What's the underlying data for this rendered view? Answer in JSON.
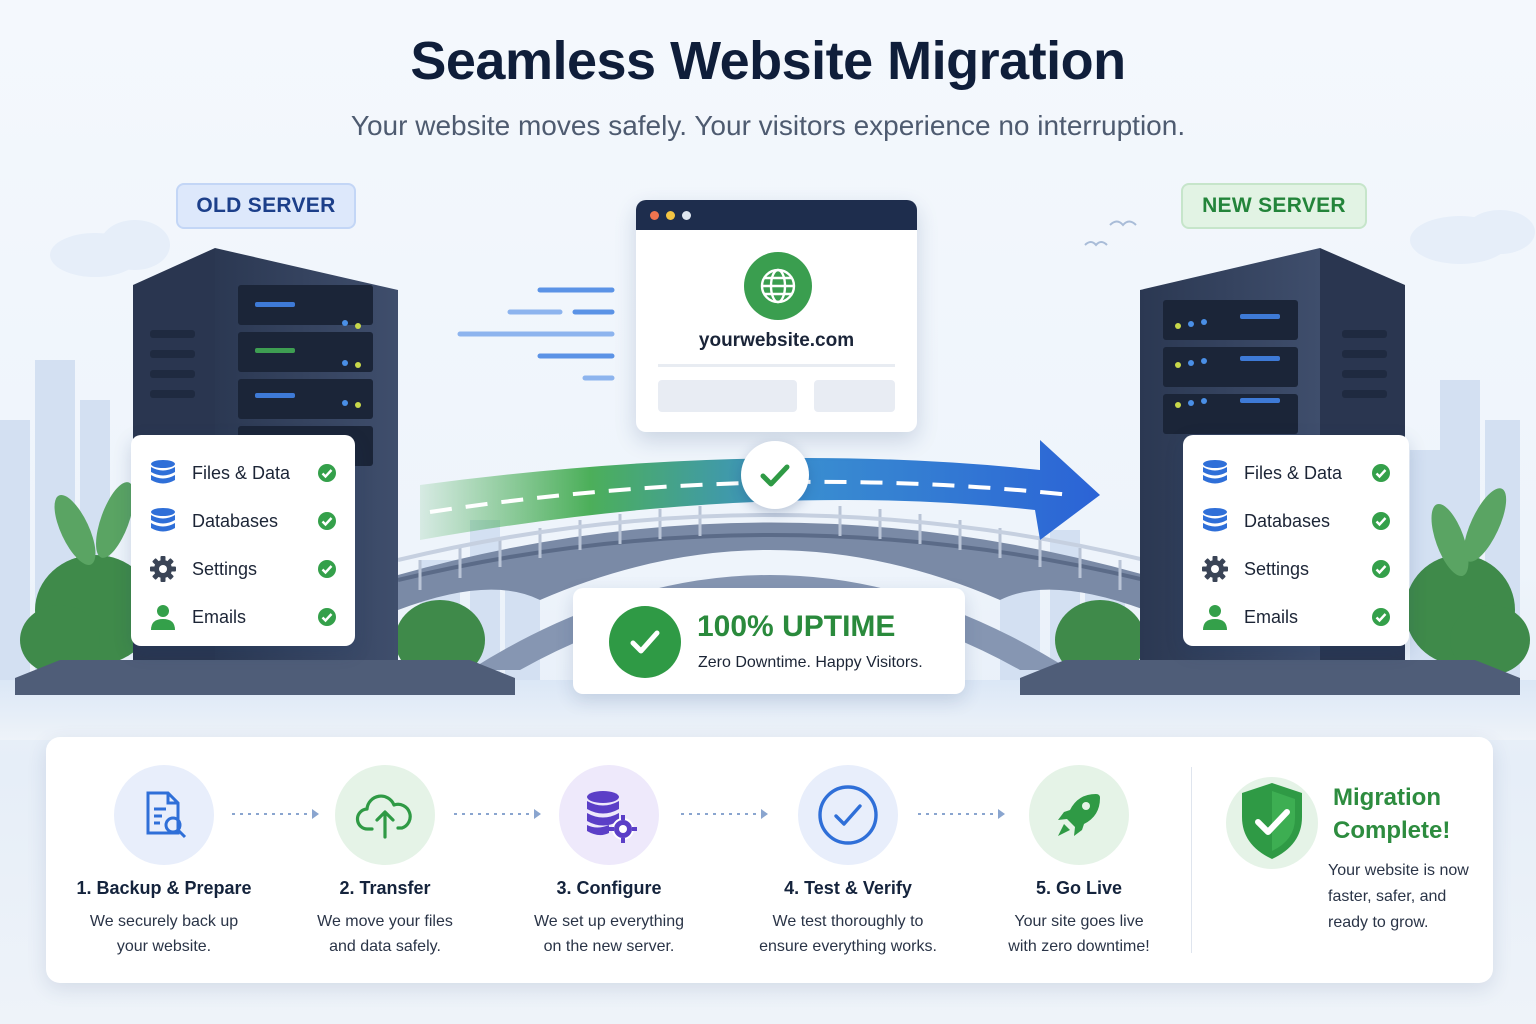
{
  "header": {
    "title": "Seamless Website Migration",
    "subtitle": "Your website moves safely. Your visitors experience no interruption."
  },
  "old_server": {
    "label": "OLD SERVER",
    "items": [
      {
        "label": "Files & Data",
        "icon": "database-icon"
      },
      {
        "label": "Databases",
        "icon": "database-icon"
      },
      {
        "label": "Settings",
        "icon": "gear-icon"
      },
      {
        "label": "Emails",
        "icon": "user-icon"
      }
    ]
  },
  "new_server": {
    "label": "NEW SERVER",
    "items": [
      {
        "label": "Files & Data",
        "icon": "database-icon"
      },
      {
        "label": "Databases",
        "icon": "database-icon"
      },
      {
        "label": "Settings",
        "icon": "gear-icon"
      },
      {
        "label": "Emails",
        "icon": "user-icon"
      }
    ]
  },
  "browser": {
    "domain": "yourwebsite.com",
    "icon": "globe-icon"
  },
  "uptime": {
    "title": "100% UPTIME",
    "subtitle": "Zero Downtime. Happy Visitors."
  },
  "steps": [
    {
      "title": "1. Backup & Prepare",
      "desc1": "We securely back up",
      "desc2": "your website.",
      "icon": "document-search-icon"
    },
    {
      "title": "2. Transfer",
      "desc1": "We move your files",
      "desc2": "and data safely.",
      "icon": "cloud-upload-icon"
    },
    {
      "title": "3. Configure",
      "desc1": "We set up everything",
      "desc2": "on the new server.",
      "icon": "database-gear-icon"
    },
    {
      "title": "4. Test & Verify",
      "desc1": "We test thoroughly to",
      "desc2": "ensure everything works.",
      "icon": "check-circle-icon"
    },
    {
      "title": "5. Go Live",
      "desc1": "Your site goes live",
      "desc2": "with zero downtime!",
      "icon": "rocket-icon"
    }
  ],
  "complete": {
    "title_line1": "Migration",
    "title_line2": "Complete!",
    "desc1": "Your website is now",
    "desc2": "faster, safer, and",
    "desc3": "ready to grow.",
    "icon": "shield-check-icon"
  },
  "colors": {
    "navy": "#0f1e3a",
    "blue": "#2f6fd8",
    "green": "#2f9a45",
    "old_tag_bg": "#dde8fb",
    "new_tag_bg": "#e2f3e4"
  }
}
